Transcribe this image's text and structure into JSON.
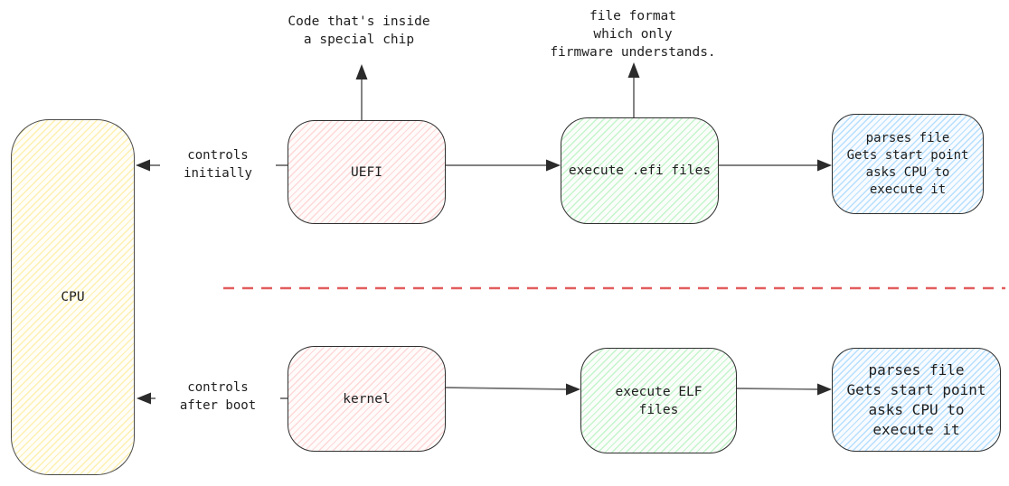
{
  "diagram": {
    "boxes": {
      "cpu": {
        "label": "CPU",
        "fill": "#ffec99"
      },
      "uefi": {
        "label": "UEFI",
        "fill": "#ffc9c9"
      },
      "execute_efi": {
        "label": "execute .efi files",
        "fill": "#b2f2bb"
      },
      "parses_top": {
        "lines": [
          "parses file",
          "Gets start point",
          "asks CPU to",
          "execute it"
        ],
        "fill": "#a5d8ff"
      },
      "kernel": {
        "label": "kernel",
        "fill": "#ffc9c9"
      },
      "execute_elf": {
        "lines": [
          "execute ELF",
          "files"
        ],
        "fill": "#b2f2bb"
      },
      "parses_bottom": {
        "lines": [
          "parses file",
          "Gets start point",
          "asks CPU to",
          "execute it"
        ],
        "fill": "#a5d8ff"
      }
    },
    "annotations": {
      "uefi_note": {
        "lines": [
          "Code that's inside",
          "a special chip"
        ]
      },
      "efi_note": {
        "lines": [
          "file format",
          "which only",
          "firmware understands."
        ]
      }
    },
    "edge_labels": {
      "controls_initially": {
        "lines": [
          "controls",
          "initially"
        ]
      },
      "controls_after_boot": {
        "lines": [
          "controls",
          "after boot"
        ]
      }
    },
    "colors": {
      "divider_dash": "#e25d5d",
      "connector_line": "#6f6f6f",
      "arrowhead": "#2b2b2b",
      "box_border": "#2f2f2f",
      "text": "#1e1e1e"
    }
  }
}
